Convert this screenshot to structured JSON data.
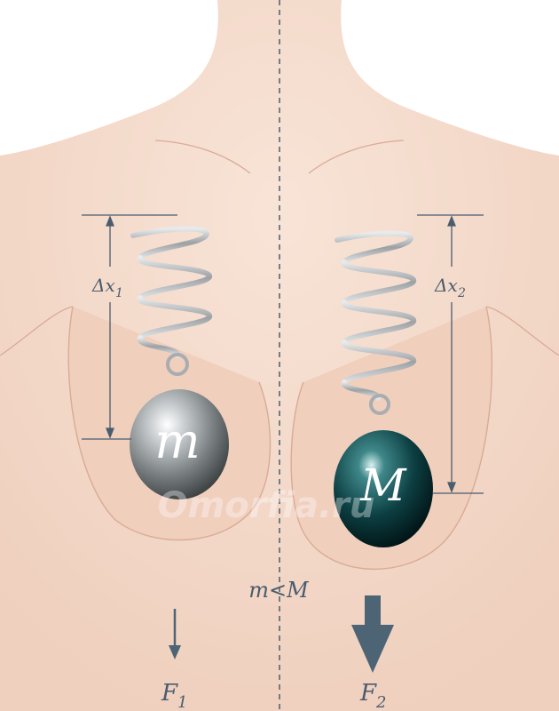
{
  "labels": {
    "delta_x1": "Δx",
    "delta_x1_sub": "1",
    "delta_x2": "Δx",
    "delta_x2_sub": "2",
    "mass_left": "m",
    "mass_right": "M",
    "relation": "m<M",
    "force_left": "F",
    "force_left_sub": "1",
    "force_right": "F",
    "force_right_sub": "2",
    "watermark": "Omorfia.ru"
  },
  "colors": {
    "skin": "#f4dccd",
    "skin_shadow": "#e9c3b0",
    "outline": "#d9ab96",
    "label": "#4a5c6e",
    "arrow": "#4d6475",
    "mass_left": "#8e9496",
    "mass_right": "#0f4447",
    "spring": "#a9adb0"
  },
  "icons": {
    "spring": "coil-spring-icon",
    "force_arrow": "down-arrow-icon"
  }
}
